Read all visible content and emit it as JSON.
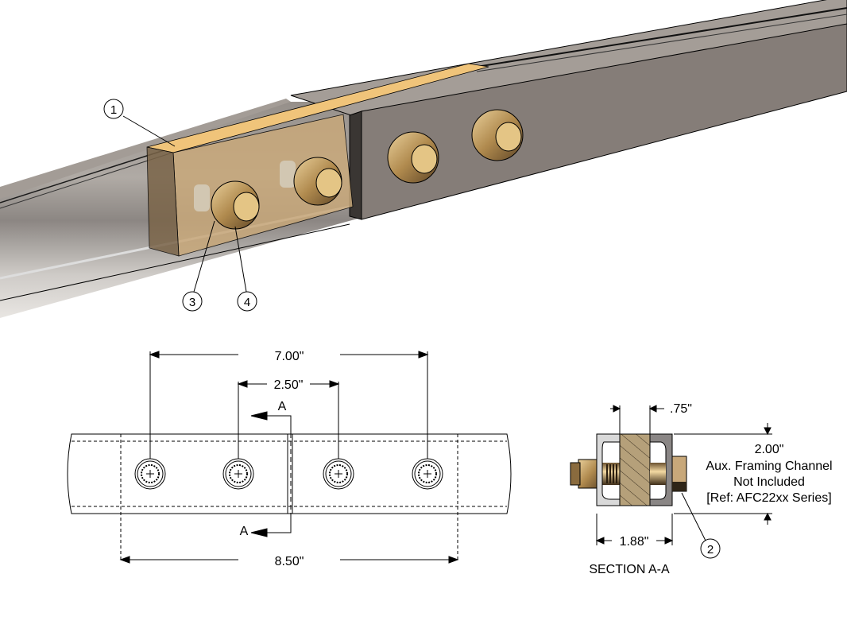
{
  "drawing": {
    "isometric_view": {
      "balloons": [
        {
          "id": "balloon-1",
          "label": "1"
        },
        {
          "id": "balloon-3",
          "label": "3"
        },
        {
          "id": "balloon-4",
          "label": "4"
        }
      ]
    },
    "plan_view": {
      "dimensions": {
        "outer_bolt_spacing": "7.00\"",
        "inner_bolt_spacing": "2.50\"",
        "plate_length": "8.50\""
      },
      "section_marker_top": "A",
      "section_marker_bottom": "A"
    },
    "section_view": {
      "title": "SECTION A-A",
      "dimensions": {
        "plate_thickness": ".75\"",
        "overall_width": "1.88\"",
        "channel_height": "2.00\""
      },
      "note_lines": [
        "Aux. Framing Channel",
        "Not Included",
        "[Ref: AFC22xx Series]"
      ],
      "balloon": {
        "id": "balloon-2",
        "label": "2"
      }
    },
    "colors": {
      "channel_gray": "#857d78",
      "channel_top": "#a29b95",
      "plate_tan": "#c8a87a",
      "plate_top": "#f0c47a",
      "bronze": "#b08a4e",
      "section_light_gray": "#d9d9d9",
      "section_dark_gray": "#8a8685",
      "section_hatch_fill": "#b5a07a"
    }
  }
}
